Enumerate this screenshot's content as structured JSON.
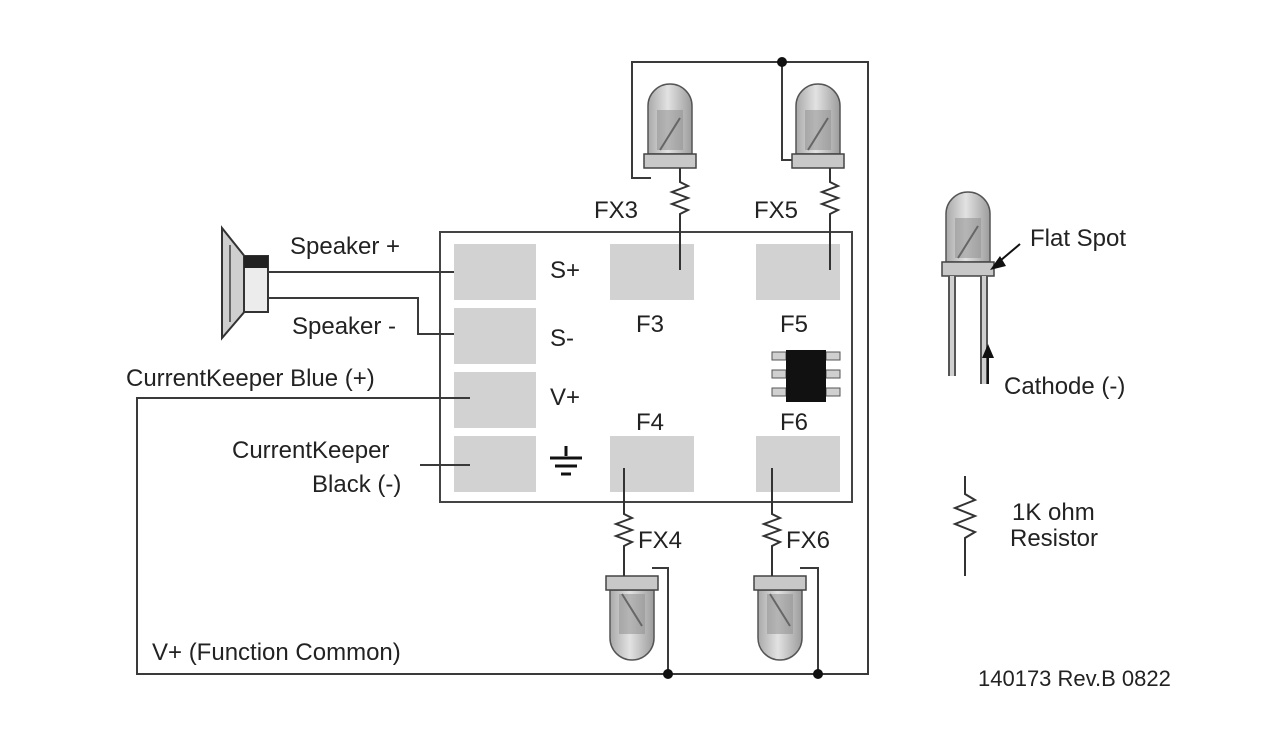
{
  "labels": {
    "speaker_plus": "Speaker +",
    "speaker_minus": "Speaker -",
    "ck_blue": "CurrentKeeper Blue (+)",
    "ck_black_1": "CurrentKeeper",
    "ck_black_2": "Black (-)",
    "s_plus": "S+",
    "s_minus": "S-",
    "v_plus": "V+",
    "f3": "F3",
    "f4": "F4",
    "f5": "F5",
    "f6": "F6",
    "fx3": "FX3",
    "fx4": "FX4",
    "fx5": "FX5",
    "fx6": "FX6",
    "v_common": "V+ (Function Common)",
    "flat_spot": "Flat Spot",
    "cathode": "Cathode (-)",
    "resistor_1": "1K ohm",
    "resistor_2": "Resistor",
    "part_number": "140173 Rev.B 0822"
  },
  "icons": {
    "ground": "ground-symbol-icon",
    "speaker": "speaker-icon",
    "led": "led-icon",
    "resistor": "resistor-icon",
    "chip": "ic-chip-icon"
  },
  "colors": {
    "pad": "#d2d2d2",
    "wire": "#3a3a3a",
    "led_body": "#b8b8b8",
    "chip": "#111111"
  }
}
